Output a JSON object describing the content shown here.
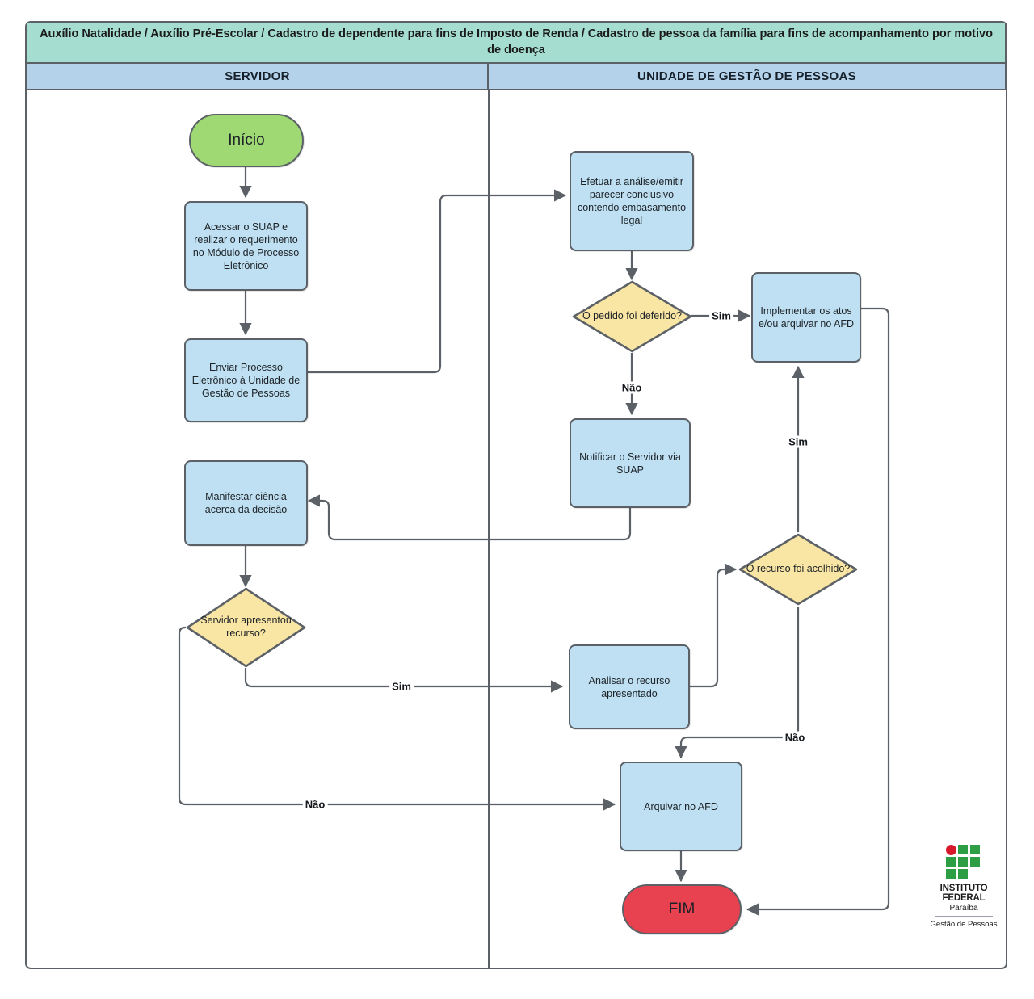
{
  "diagram": {
    "title": "Auxílio Natalidade / Auxílio Pré-Escolar / Cadastro de dependente para fins de Imposto de Renda / Cadastro de pessoa da família para fins de acompanhamento por motivo de doença",
    "lanes": [
      {
        "id": "servidor",
        "label": "SERVIDOR"
      },
      {
        "id": "ugp",
        "label": "UNIDADE DE GESTÃO DE PESSOAS"
      }
    ],
    "nodes": {
      "inicio": {
        "label": "Início",
        "type": "terminator-start",
        "lane": "servidor"
      },
      "acessar_suap": {
        "label": "Acessar o SUAP e realizar o requerimento no Módulo de Processo Eletrônico",
        "type": "process",
        "lane": "servidor"
      },
      "enviar_processo": {
        "label": "Enviar Processo Eletrônico à Unidade de Gestão de Pessoas",
        "type": "process",
        "lane": "servidor"
      },
      "manifestar_ciencia": {
        "label": "Manifestar ciência acerca da decisão",
        "type": "process",
        "lane": "servidor"
      },
      "servidor_recurso": {
        "label": "Servidor apresentou recurso?",
        "type": "decision",
        "lane": "servidor"
      },
      "efetuar_analise": {
        "label": "Efetuar a análise/emitir parecer conclusivo contendo embasamento legal",
        "type": "process",
        "lane": "ugp"
      },
      "pedido_deferido": {
        "label": "O pedido foi deferido?",
        "type": "decision",
        "lane": "ugp"
      },
      "implementar_atos": {
        "label": "Implementar os atos e/ou arquivar no AFD",
        "type": "process",
        "lane": "ugp"
      },
      "notificar_servidor": {
        "label": "Notificar o Servidor via SUAP",
        "type": "process",
        "lane": "ugp"
      },
      "recurso_acolhido": {
        "label": "O recurso foi acolhido?",
        "type": "decision",
        "lane": "ugp"
      },
      "analisar_recurso": {
        "label": "Analisar o recurso apresentado",
        "type": "process",
        "lane": "ugp"
      },
      "arquivar_afd": {
        "label": "Arquivar no AFD",
        "type": "process",
        "lane": "ugp"
      },
      "fim": {
        "label": "FIM",
        "type": "terminator-end",
        "lane": "ugp"
      }
    },
    "edge_labels": {
      "pedido_sim": "Sim",
      "pedido_nao": "Não",
      "recurso_servidor_sim": "Sim",
      "recurso_servidor_nao": "Não",
      "acolhido_sim": "Sim",
      "acolhido_nao": "Não"
    },
    "colors": {
      "title_band": "#A5DDD0",
      "lane_header": "#B4D3EB",
      "process": "#BFE0F2",
      "decision": "#FAE6A4",
      "start": "#9FD973",
      "end": "#E8414F",
      "stroke": "#5B6166",
      "logo_green": "#2E9E45",
      "logo_red": "#D7182A"
    }
  },
  "logo": {
    "line1": "INSTITUTO",
    "line2": "FEDERAL",
    "state": "Paraíba",
    "unit": "Gestão de Pessoas"
  }
}
